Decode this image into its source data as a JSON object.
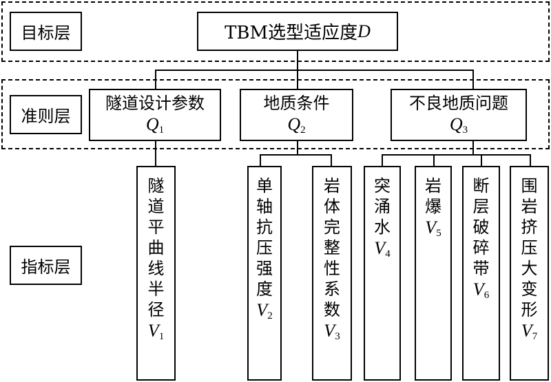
{
  "levels": {
    "goal": "目标层",
    "criteria": "准则层",
    "indicator": "指标层"
  },
  "goal": {
    "text": "TBM选型适应度",
    "symbol": "D"
  },
  "criteria": [
    {
      "label": "隧道设计参数",
      "symbol": "Q",
      "sub": "1"
    },
    {
      "label": "地质条件",
      "symbol": "Q",
      "sub": "2"
    },
    {
      "label": "不良地质问题",
      "symbol": "Q",
      "sub": "3"
    }
  ],
  "indicators": [
    {
      "label": "隧道平曲线半径",
      "symbol": "V",
      "sub": "1"
    },
    {
      "label": "单轴抗压强度",
      "symbol": "V",
      "sub": "2"
    },
    {
      "label": "岩体完整性系数",
      "symbol": "V",
      "sub": "3"
    },
    {
      "label": "突涌水",
      "symbol": "V",
      "sub": "4"
    },
    {
      "label": "岩爆",
      "symbol": "V",
      "sub": "5"
    },
    {
      "label": "断层破碎带",
      "symbol": "V",
      "sub": "6"
    },
    {
      "label": "围岩挤压大变形",
      "symbol": "V",
      "sub": "7"
    }
  ]
}
